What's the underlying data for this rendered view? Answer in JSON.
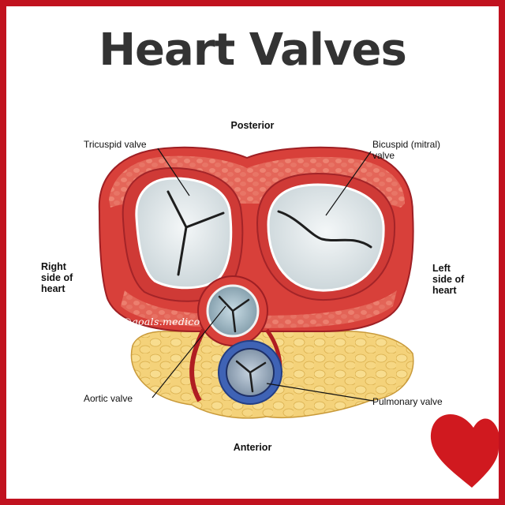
{
  "title": "Heart Valves",
  "orientation": {
    "posterior": "Posterior",
    "anterior": "Anterior",
    "right_line1": "Right",
    "right_line2": "side of",
    "right_line3": "heart",
    "left_line1": "Left",
    "left_line2": "side of",
    "left_line3": "heart"
  },
  "labels": {
    "tricuspid": "Tricuspid valve",
    "bicuspid_line1": "Bicuspid (mitral)",
    "bicuspid_line2": "valve",
    "aortic": "Aortic valve",
    "pulmonary": "Pulmonary valve"
  },
  "watermark": "@goals.medico",
  "colors": {
    "border": "#c1121f",
    "title": "#333333",
    "muscle": "#d8403a",
    "muscle_dark": "#a8252a",
    "fat": "#f4d27a",
    "valve": "#dfe7ea",
    "pulmonary_ring": "#3f63b5",
    "heart_icon": "#d0191f"
  }
}
